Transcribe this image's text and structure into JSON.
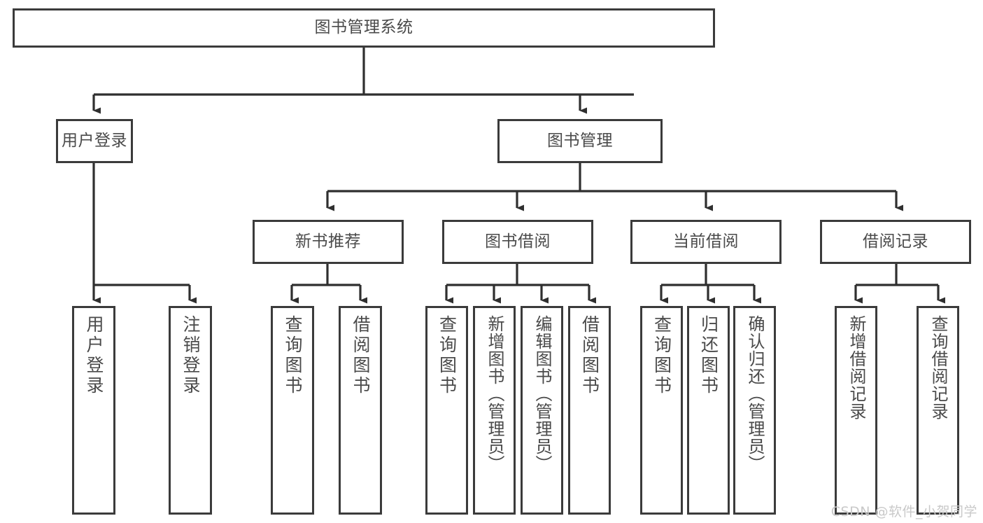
{
  "diagram": {
    "type": "tree-hierarchy-flowchart",
    "title": "图书管理系统",
    "orientation": "top-down",
    "colors": {
      "box_border": "#3b3b3b",
      "box_fill": "#ffffff",
      "text": "#4a4a4a",
      "edge": "#2f2f2f",
      "watermark": "#c9c9c9"
    },
    "nodes": {
      "root": {
        "label": "图书管理系统",
        "level": 1,
        "orientation": "horizontal"
      },
      "user_login": {
        "label": "用户登录",
        "level": 2,
        "orientation": "horizontal"
      },
      "book_manage": {
        "label": "图书管理",
        "level": 2,
        "orientation": "horizontal"
      },
      "new_book_rec": {
        "label": "新书推荐",
        "level": 3,
        "orientation": "horizontal"
      },
      "book_borrow": {
        "label": "图书借阅",
        "level": 3,
        "orientation": "horizontal"
      },
      "current_borrow": {
        "label": "当前借阅",
        "level": 3,
        "orientation": "horizontal"
      },
      "borrow_record": {
        "label": "借阅记录",
        "level": 3,
        "orientation": "horizontal"
      },
      "leaf_user_login": {
        "label": "用户登录",
        "level": 4,
        "orientation": "vertical"
      },
      "leaf_logout": {
        "label": "注销登录",
        "level": 4,
        "orientation": "vertical"
      },
      "leaf_query_book_1": {
        "label": "查询图书",
        "level": 4,
        "orientation": "vertical"
      },
      "leaf_borrow_book_1": {
        "label": "借阅图书",
        "level": 4,
        "orientation": "vertical"
      },
      "leaf_query_book_2": {
        "label": "查询图书",
        "level": 4,
        "orientation": "vertical"
      },
      "leaf_add_book": {
        "label": "新增图书（管理员）",
        "level": 4,
        "orientation": "vertical"
      },
      "leaf_edit_book": {
        "label": "编辑图书（管理员）",
        "level": 4,
        "orientation": "vertical"
      },
      "leaf_borrow_book_2": {
        "label": "借阅图书",
        "level": 4,
        "orientation": "vertical"
      },
      "leaf_query_book_3": {
        "label": "查询图书",
        "level": 4,
        "orientation": "vertical"
      },
      "leaf_return_book": {
        "label": "归还图书",
        "level": 4,
        "orientation": "vertical"
      },
      "leaf_confirm_return": {
        "label": "确认归还（管理员）",
        "level": 4,
        "orientation": "vertical"
      },
      "leaf_add_record": {
        "label": "新增借阅记录",
        "level": 4,
        "orientation": "vertical"
      },
      "leaf_query_record": {
        "label": "查询借阅记录",
        "level": 4,
        "orientation": "vertical"
      }
    },
    "edges": [
      {
        "from": "root",
        "to": "user_login"
      },
      {
        "from": "root",
        "to": "book_manage"
      },
      {
        "from": "book_manage",
        "to": "new_book_rec"
      },
      {
        "from": "book_manage",
        "to": "book_borrow"
      },
      {
        "from": "book_manage",
        "to": "current_borrow"
      },
      {
        "from": "book_manage",
        "to": "borrow_record"
      },
      {
        "from": "user_login",
        "to": "leaf_user_login"
      },
      {
        "from": "user_login",
        "to": "leaf_logout"
      },
      {
        "from": "new_book_rec",
        "to": "leaf_query_book_1"
      },
      {
        "from": "new_book_rec",
        "to": "leaf_borrow_book_1"
      },
      {
        "from": "book_borrow",
        "to": "leaf_query_book_2"
      },
      {
        "from": "book_borrow",
        "to": "leaf_add_book"
      },
      {
        "from": "book_borrow",
        "to": "leaf_edit_book"
      },
      {
        "from": "book_borrow",
        "to": "leaf_borrow_book_2"
      },
      {
        "from": "current_borrow",
        "to": "leaf_query_book_3"
      },
      {
        "from": "current_borrow",
        "to": "leaf_return_book"
      },
      {
        "from": "current_borrow",
        "to": "leaf_confirm_return"
      },
      {
        "from": "borrow_record",
        "to": "leaf_add_record"
      },
      {
        "from": "borrow_record",
        "to": "leaf_query_record"
      }
    ]
  },
  "watermark": {
    "text": "CSDN @软件_小贺同学"
  }
}
